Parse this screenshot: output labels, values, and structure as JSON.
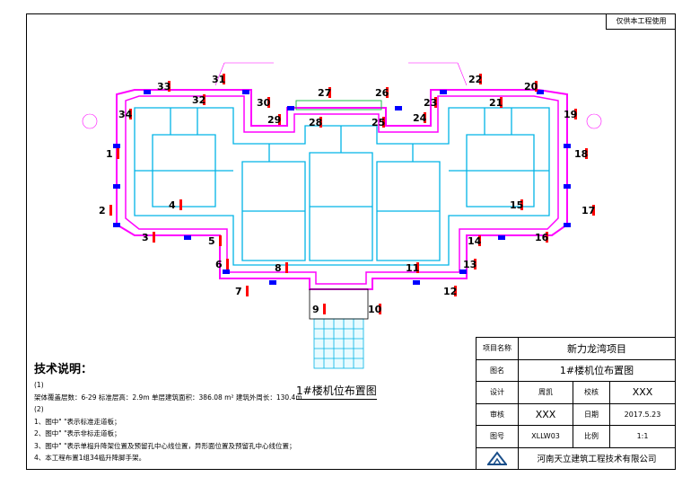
{
  "stamp": "仅供本工程使用",
  "plan_title": "1#楼机位布置图",
  "labels": [
    "1",
    "2",
    "3",
    "4",
    "5",
    "6",
    "7",
    "8",
    "9",
    "10",
    "11",
    "12",
    "13",
    "14",
    "15",
    "16",
    "17",
    "18",
    "19",
    "20",
    "21",
    "22",
    "23",
    "24",
    "25",
    "26",
    "27",
    "28",
    "29",
    "30",
    "31",
    "32",
    "33",
    "34"
  ],
  "notes": {
    "title": "技术说明：",
    "items": [
      "(1)",
      "架体覆盖层数：6-29  标准层高：2.9m    单层建筑面积：386.08 m²      建筑外周长：130.4m",
      "(2)",
      "1、图中\"        \"表示标准走道板；",
      "2、图中\"        \"表示非标走道板；",
      "3、图中\"     \"表示单榀升降架位置及预留孔中心线位置，异形面位置及预留孔中心线位置；",
      "4、本工程布置1组34榀升降脚手架。"
    ]
  },
  "title_block": {
    "project_label": "项目名称",
    "project_value": "新力龙湾项目",
    "drawing_label": "图名",
    "drawing_value": "1#楼机位布置图",
    "design_label": "设计",
    "design_value": "周凯",
    "check_label": "校核",
    "check_value": "XXX",
    "review_label": "审核",
    "review_value": "XXX",
    "date_label": "日期",
    "date_value": "2017.5.23",
    "drawing_no_label": "图号",
    "drawing_no_value": "XLLW03",
    "scale_label": "比例",
    "scale_value": "1:1",
    "company": "河南天立建筑工程技术有限公司"
  },
  "colors": {
    "wall": "#00b4e6",
    "scaffold": "#ff00ff",
    "point": "#ff0000",
    "column": "#0000ff",
    "grid": "#19c04a"
  }
}
